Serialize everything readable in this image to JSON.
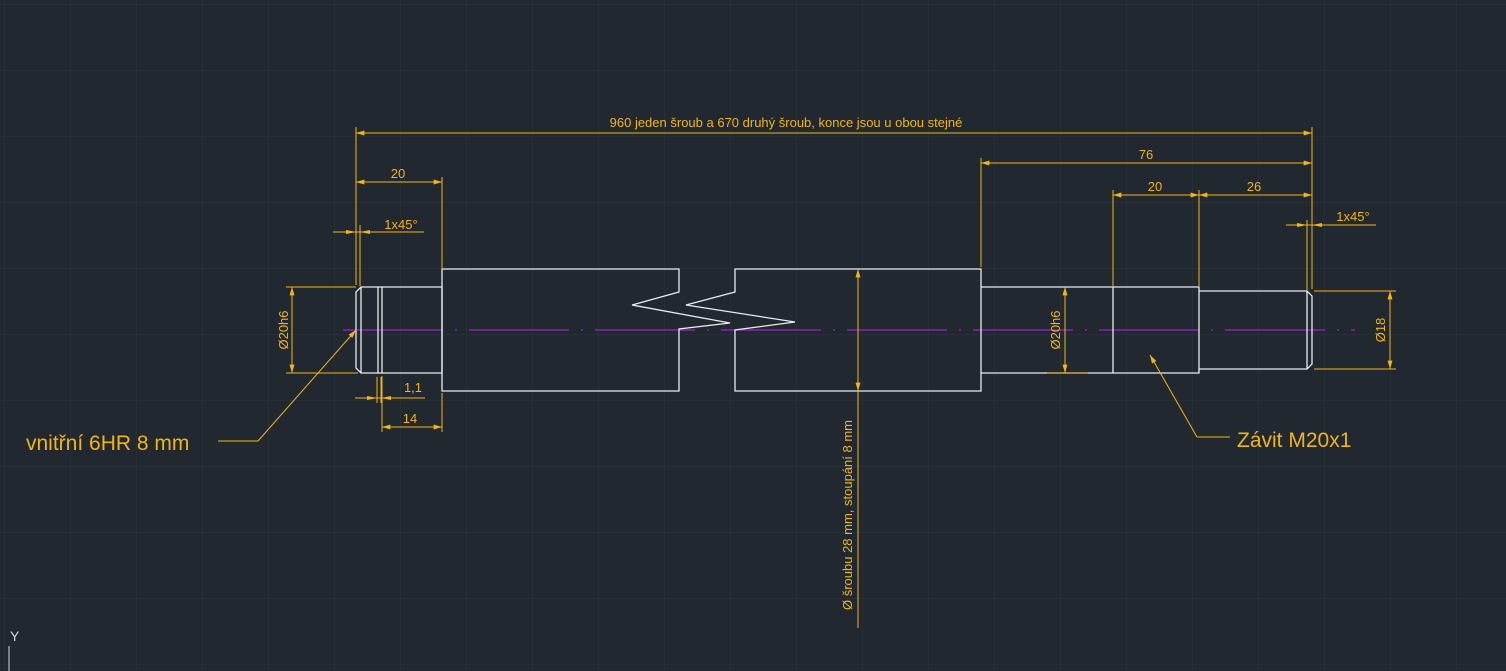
{
  "drawing": {
    "overall_length": "960 jeden šroub a 670 druhý šroub, konce jsou u obou stejné",
    "left_end": {
      "length": "20",
      "chamfer": "1x45°",
      "diameter": "Ø20h6",
      "groove": "1,1",
      "seat_length": "14"
    },
    "right_end": {
      "length": "76",
      "thread_length": "20",
      "end_length": "26",
      "chamfer": "1x45°",
      "seat_diameter": "Ø20h6",
      "end_diameter": "Ø18"
    },
    "screw_diameter": "Ø šroubu 28 mm, stoupání 8 mm",
    "leader_left": "vnitřní 6HR 8 mm",
    "leader_right": "Závit M20x1"
  },
  "ucs": {
    "y_axis": "Y"
  },
  "colors": {
    "background": "#212830",
    "dimension": "#f2b518",
    "geometry": "#e8ecef",
    "centerline": "#a020d0"
  }
}
